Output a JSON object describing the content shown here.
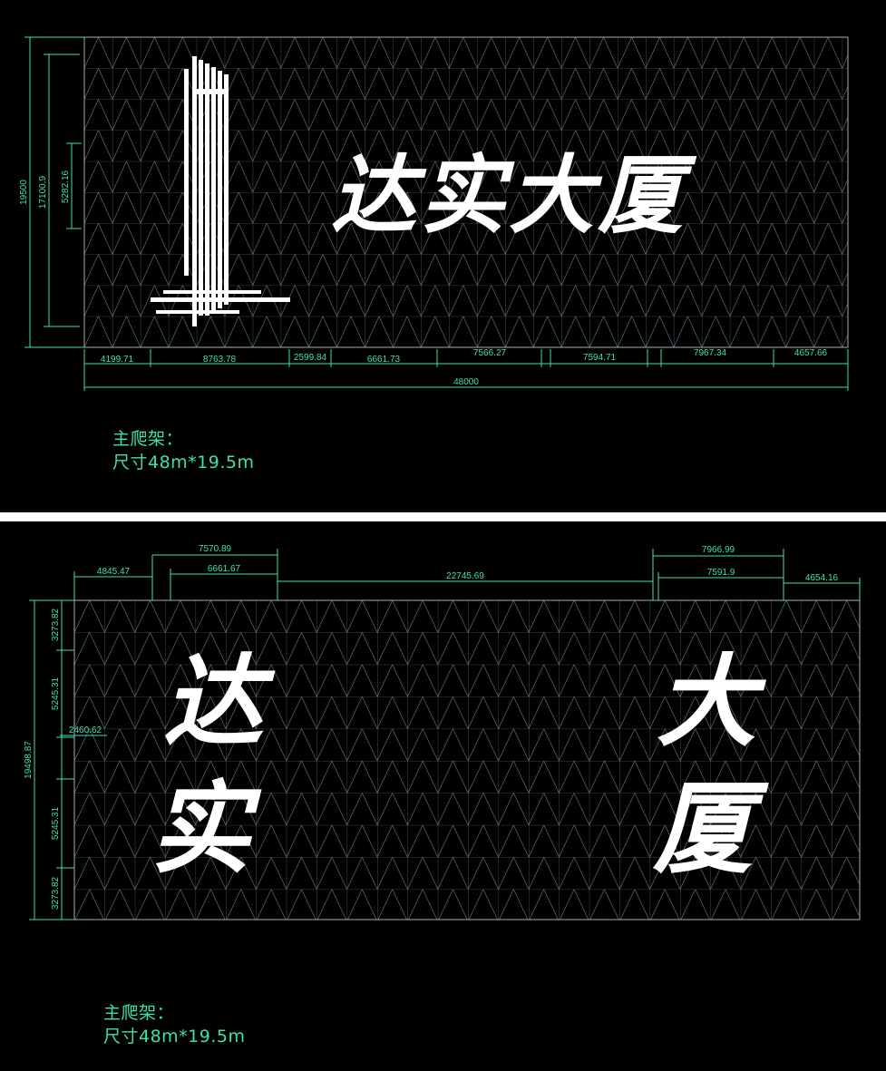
{
  "top_view": {
    "sign_text": "达实大厦",
    "dims_bottom": [
      "4199.71",
      "8763.78",
      "2599.84",
      "6661.73",
      "7566.27",
      "7594.71",
      "7967.34",
      "4657.66"
    ],
    "total_width": "48000",
    "dims_left": [
      "19500",
      "17100.9",
      "5282.16"
    ],
    "note_line1": "主爬架：",
    "note_line2": "尺寸48m*19.5m"
  },
  "bottom_view": {
    "chars": [
      "达",
      "实",
      "大",
      "厦"
    ],
    "dims_top": [
      "7570.89",
      "6661.67",
      "4845.47",
      "22745.69",
      "7966.99",
      "7591.9",
      "4654.16"
    ],
    "dims_left": [
      "19498.87",
      "3273.82",
      "5245.31",
      "2460.62",
      "5245.31",
      "3273.82"
    ],
    "note_line1": "主爬架：",
    "note_line2": "尺寸48m*19.5m"
  },
  "colors": {
    "line": "#3ee0b0",
    "grid": "#6f7f8a",
    "text": "#ffffff",
    "background": "#000000"
  }
}
